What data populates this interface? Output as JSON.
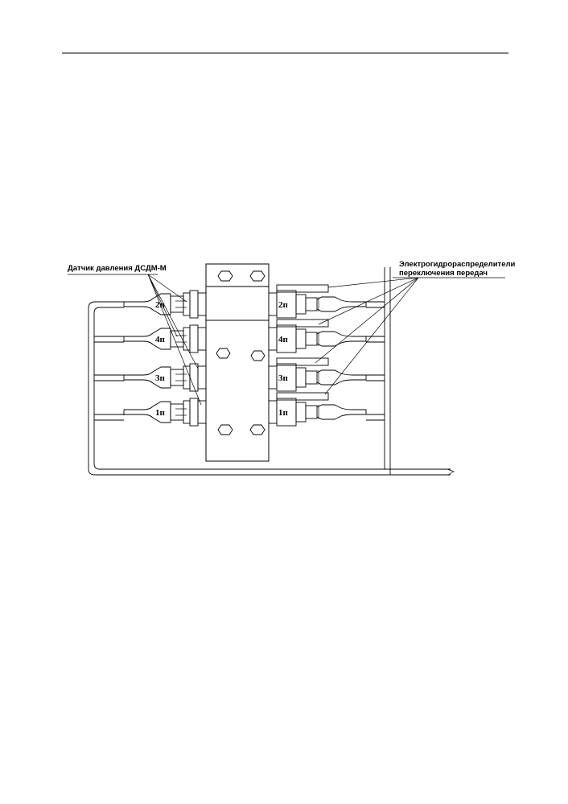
{
  "labels": {
    "sensor": "Датчик давления ДСДМ-М",
    "valves_line1": "Электрогидрораспределители",
    "valves_line2": "переключения передач"
  },
  "left_units": [
    "2п",
    "4п",
    "3п",
    "1п"
  ],
  "right_units": [
    "2п",
    "4п",
    "3п",
    "1п"
  ]
}
